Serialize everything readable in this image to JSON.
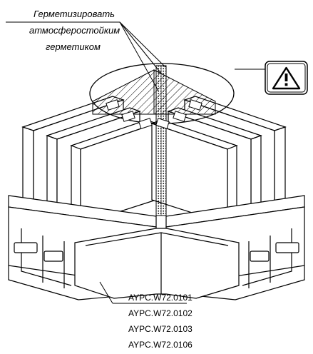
{
  "note": {
    "line1": "Герметизировать",
    "line2": "атмосферостойким",
    "line3": "герметиком"
  },
  "warning_icon": "warning-triangle-icon",
  "article_codes": [
    "AYPC.W72.0101",
    "AYPC.W72.0102",
    "AYPC.W72.0103",
    "AYPC.W72.0106"
  ]
}
